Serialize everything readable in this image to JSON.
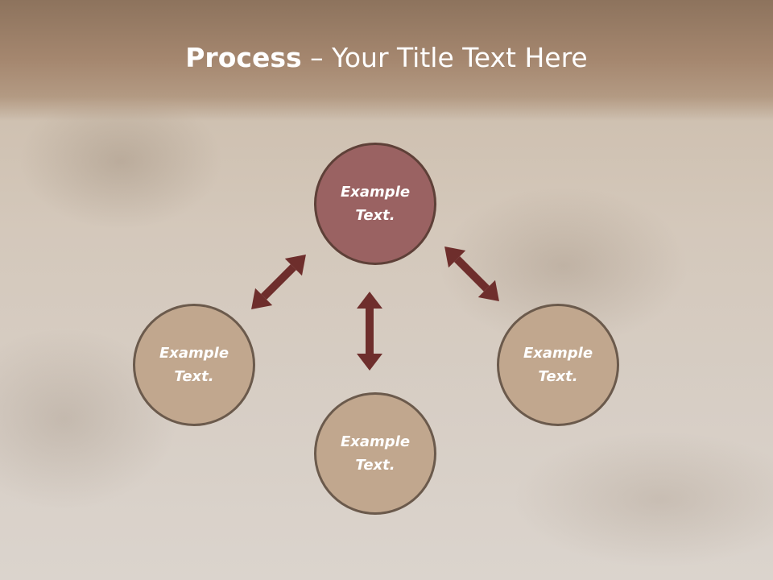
{
  "title": {
    "bold": "Process",
    "rest": " – Your Title Text Here"
  },
  "nodes": {
    "top": "Example Text.",
    "left": "Example Text.",
    "bottom": "Example Text.",
    "right": "Example Text."
  },
  "colors": {
    "center_fill": "#9a6262",
    "node_fill": "#c1a78e",
    "arrow": "#6e2e2c",
    "header": "#a5876f"
  }
}
